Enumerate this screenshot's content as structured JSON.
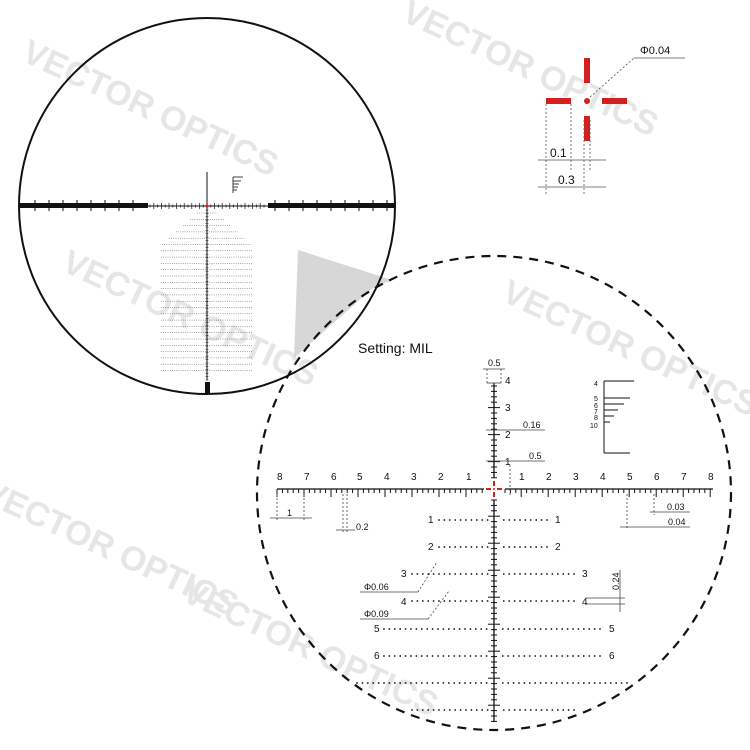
{
  "watermark": "VECTOR OPTICS",
  "colors": {
    "reticle": "#111111",
    "center_dot": "#d41f1f",
    "dimension": "#555555",
    "magnifier_fill": "#c8c8c8"
  },
  "detail": {
    "dot_diameter": "Φ0.04",
    "dim_small": "0.1",
    "dim_large": "0.3"
  },
  "zoom": {
    "setting_label": "Setting: MIL",
    "top_value": "0.5",
    "vertical_labels_up": [
      "4",
      "3",
      "2",
      "1"
    ],
    "dim_016": "0.16",
    "dim_05": "0.5",
    "horizontal_labels": [
      "8",
      "7",
      "6",
      "5",
      "4",
      "3",
      "2",
      "1"
    ],
    "dim_1": "1",
    "dim_02": "0.2",
    "dim_003": "0.03",
    "dim_004": "0.04",
    "ladder_labels": [
      "4",
      "5",
      "6",
      "7",
      "8",
      "10"
    ],
    "holdover_rows": [
      "1",
      "2",
      "3",
      "4",
      "5",
      "6"
    ],
    "dim_024": "0.24",
    "dot_small": "Φ0.06",
    "dot_large": "Φ0.09"
  }
}
